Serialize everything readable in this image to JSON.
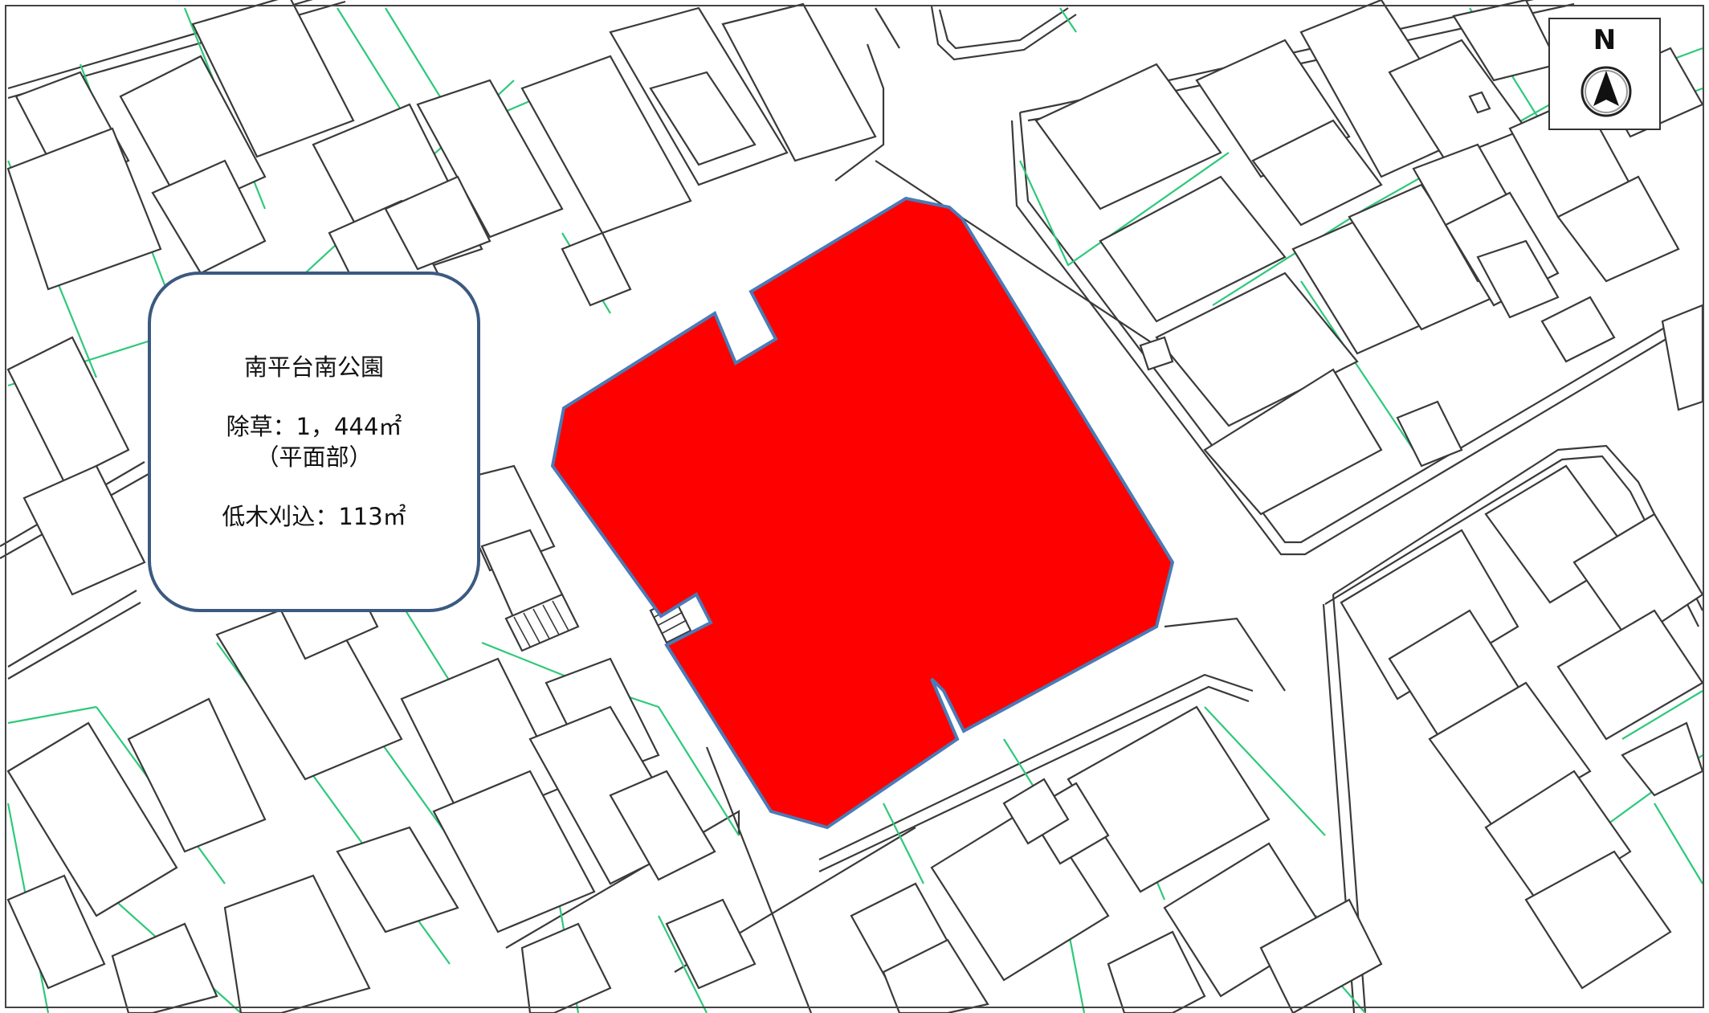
{
  "info_box": {
    "title": "南平台南公園",
    "weeding": "除草：1，444㎡",
    "weeding_note": "（平面部）",
    "shrub_cutting": "低木刈込：113㎡"
  },
  "compass": {
    "letter": "N",
    "icon": "north-arrow-icon"
  },
  "colors": {
    "park_fill": "#ff0000",
    "park_outline": "#4a7bb7",
    "parcel_lines": "#2ec97a",
    "building_lines": "#3a3a3a"
  }
}
